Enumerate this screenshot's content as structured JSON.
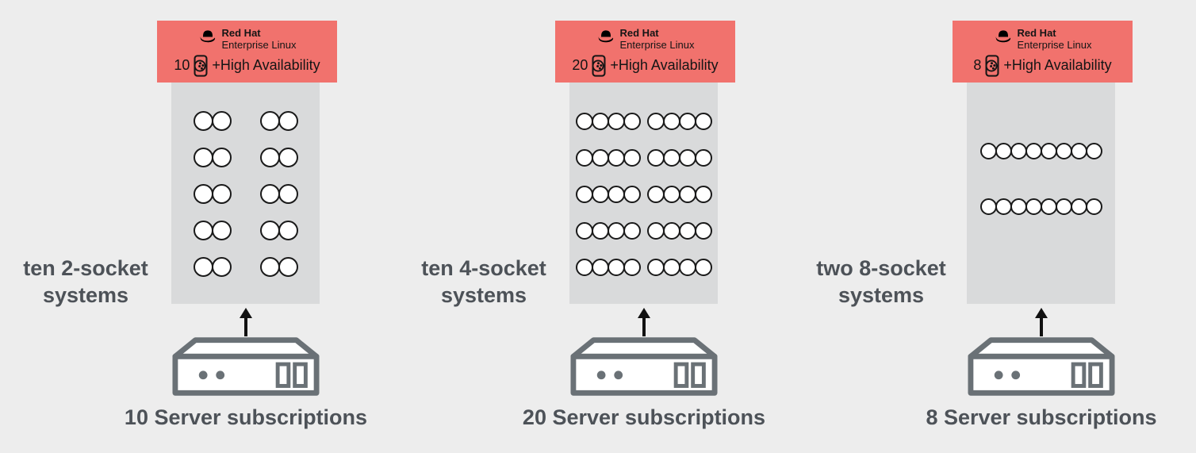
{
  "colors": {
    "page_bg": "#EDEDED",
    "header_bg": "#F1726D",
    "box_bg": "#D9DADB",
    "label_text": "#4D5258",
    "header_text": "#151515",
    "server_icon": "#6A7176",
    "socket_fill": "#FFFFFF",
    "socket_stroke": "#1A1A1A",
    "arrow": "#111111"
  },
  "icons": {
    "red_hat_logo": "fedora-hat",
    "socket_badge": "cpu-socket-card",
    "server": "rack-server-unit",
    "arrow": "up-arrow"
  },
  "columns": [
    {
      "id": "ten-2-socket",
      "header": {
        "brand_name": "Red Hat",
        "brand_product": "Enterprise Linux",
        "quantity": "10",
        "addon": "+High Availability"
      },
      "systems_label_line1": "ten 2-socket",
      "systems_label_line2": "systems",
      "socket_grid": {
        "rows": 5,
        "groups_per_row": 2,
        "sockets_per_group": 2
      },
      "caption": "10 Server subscriptions"
    },
    {
      "id": "ten-4-socket",
      "header": {
        "brand_name": "Red Hat",
        "brand_product": "Enterprise Linux",
        "quantity": "20",
        "addon": "+High Availability"
      },
      "systems_label_line1": "ten 4-socket",
      "systems_label_line2": "systems",
      "socket_grid": {
        "rows": 5,
        "groups_per_row": 2,
        "sockets_per_group": 4
      },
      "caption": "20 Server subscriptions"
    },
    {
      "id": "two-8-socket",
      "header": {
        "brand_name": "Red Hat",
        "brand_product": "Enterprise Linux",
        "quantity": "8",
        "addon": "+High Availability"
      },
      "systems_label_line1": "two 8-socket",
      "systems_label_line2": "systems",
      "socket_grid": {
        "rows": 2,
        "groups_per_row": 1,
        "sockets_per_group": 8
      },
      "caption": "8 Server subscriptions"
    }
  ]
}
